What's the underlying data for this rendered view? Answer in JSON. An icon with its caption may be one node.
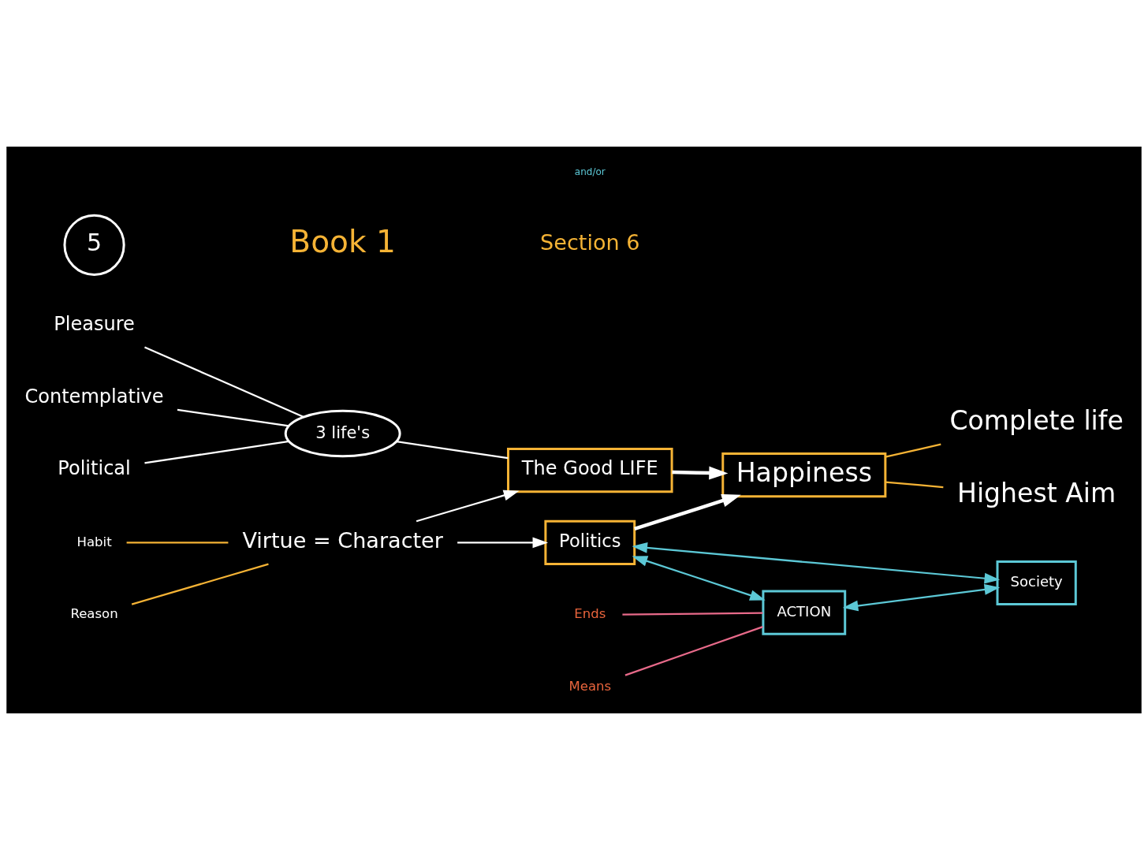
{
  "diagram": {
    "nodes": [
      {
        "text": [
          "Political"
        ]
      },
      {
        "text": [
          "Pleasure"
        ]
      },
      {
        "text": [
          "Contemplative"
        ]
      },
      {
        "text": [
          "3 life's"
        ]
      },
      {
        "text": [
          "The Good LIFE"
        ]
      },
      {
        "text": [
          "Reason"
        ]
      },
      {
        "text": [
          "Habit"
        ]
      },
      {
        "text": [
          "5"
        ]
      },
      {
        "text": [
          "Highest Aim"
        ]
      },
      {
        "text": [
          "Virtue = Character"
        ]
      },
      {
        "text": [
          "Happiness"
        ]
      },
      {
        "text": [
          "Politics"
        ]
      },
      {
        "text": [
          "Complete life"
        ]
      },
      {
        "text": [
          "Means"
        ]
      },
      {
        "text": [
          "ACTION"
        ]
      },
      {
        "text": [
          "Society"
        ]
      },
      {
        "text": [
          "Ends"
        ]
      }
    ],
    "edges": [
      {
        "from": 1,
        "to": 3,
        "arrow": "none"
      },
      {
        "from": 0,
        "to": 3,
        "arrow": "none"
      },
      {
        "from": 2,
        "to": 3,
        "arrow": "none"
      },
      {
        "from": 3,
        "to": 4,
        "arrow": "none"
      },
      {
        "from": 5,
        "to": 9,
        "arrow": "none",
        "color": "#f5b335"
      },
      {
        "from": 6,
        "to": 9,
        "arrow": "none",
        "color": "#f5b335"
      },
      {
        "from": 9,
        "to": 4,
        "arrow": "to"
      },
      {
        "from": 9,
        "to": 11,
        "arrow": "to"
      },
      {
        "from": 4,
        "to": 10,
        "arrow": "to",
        "style": "thick"
      },
      {
        "from": 11,
        "to": 10,
        "arrow": "to",
        "style": "thick"
      },
      {
        "from": 10,
        "to": 8,
        "arrow": "none",
        "color": "#f5b335"
      },
      {
        "from": 10,
        "to": 12,
        "arrow": "none",
        "color": "#f5b335"
      },
      {
        "from": 11,
        "to": 14,
        "arrow": "both",
        "color": "#5cc8d6"
      },
      {
        "from": 11,
        "to": 15,
        "arrow": "both",
        "color": "#5cc8d6"
      },
      {
        "from": 14,
        "to": 15,
        "arrow": "both",
        "color": "#5cc8d6"
      },
      {
        "from": 13,
        "to": 14,
        "arrow": "none",
        "color": "#e86a8a"
      },
      {
        "from": 16,
        "to": 14,
        "arrow": "none",
        "color": "#e86a8a"
      }
    ],
    "labels": [
      "Book 1",
      "Section 6",
      "and/or"
    ]
  }
}
